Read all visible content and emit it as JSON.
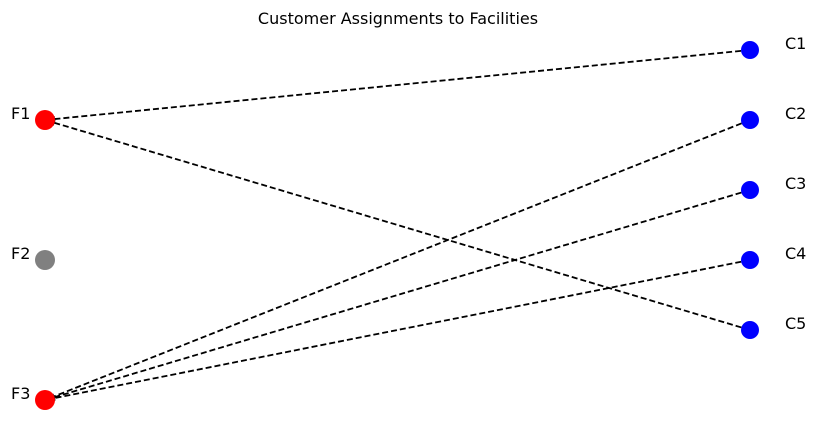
{
  "title": "Customer Assignments to Facilities",
  "colors": {
    "open_facility": "#ff0000",
    "closed_facility": "#808080",
    "customer": "#0000ff",
    "edge": "#000000"
  },
  "facilities": [
    {
      "id": "F1",
      "label": "F1",
      "open": true
    },
    {
      "id": "F2",
      "label": "F2",
      "open": false
    },
    {
      "id": "F3",
      "label": "F3",
      "open": true
    }
  ],
  "customers": [
    {
      "id": "C1",
      "label": "C1"
    },
    {
      "id": "C2",
      "label": "C2"
    },
    {
      "id": "C3",
      "label": "C3"
    },
    {
      "id": "C4",
      "label": "C4"
    },
    {
      "id": "C5",
      "label": "C5"
    }
  ],
  "assignments": [
    {
      "facility": "F1",
      "customer": "C1"
    },
    {
      "facility": "F1",
      "customer": "C5"
    },
    {
      "facility": "F3",
      "customer": "C2"
    },
    {
      "facility": "F3",
      "customer": "C3"
    },
    {
      "facility": "F3",
      "customer": "C4"
    }
  ]
}
